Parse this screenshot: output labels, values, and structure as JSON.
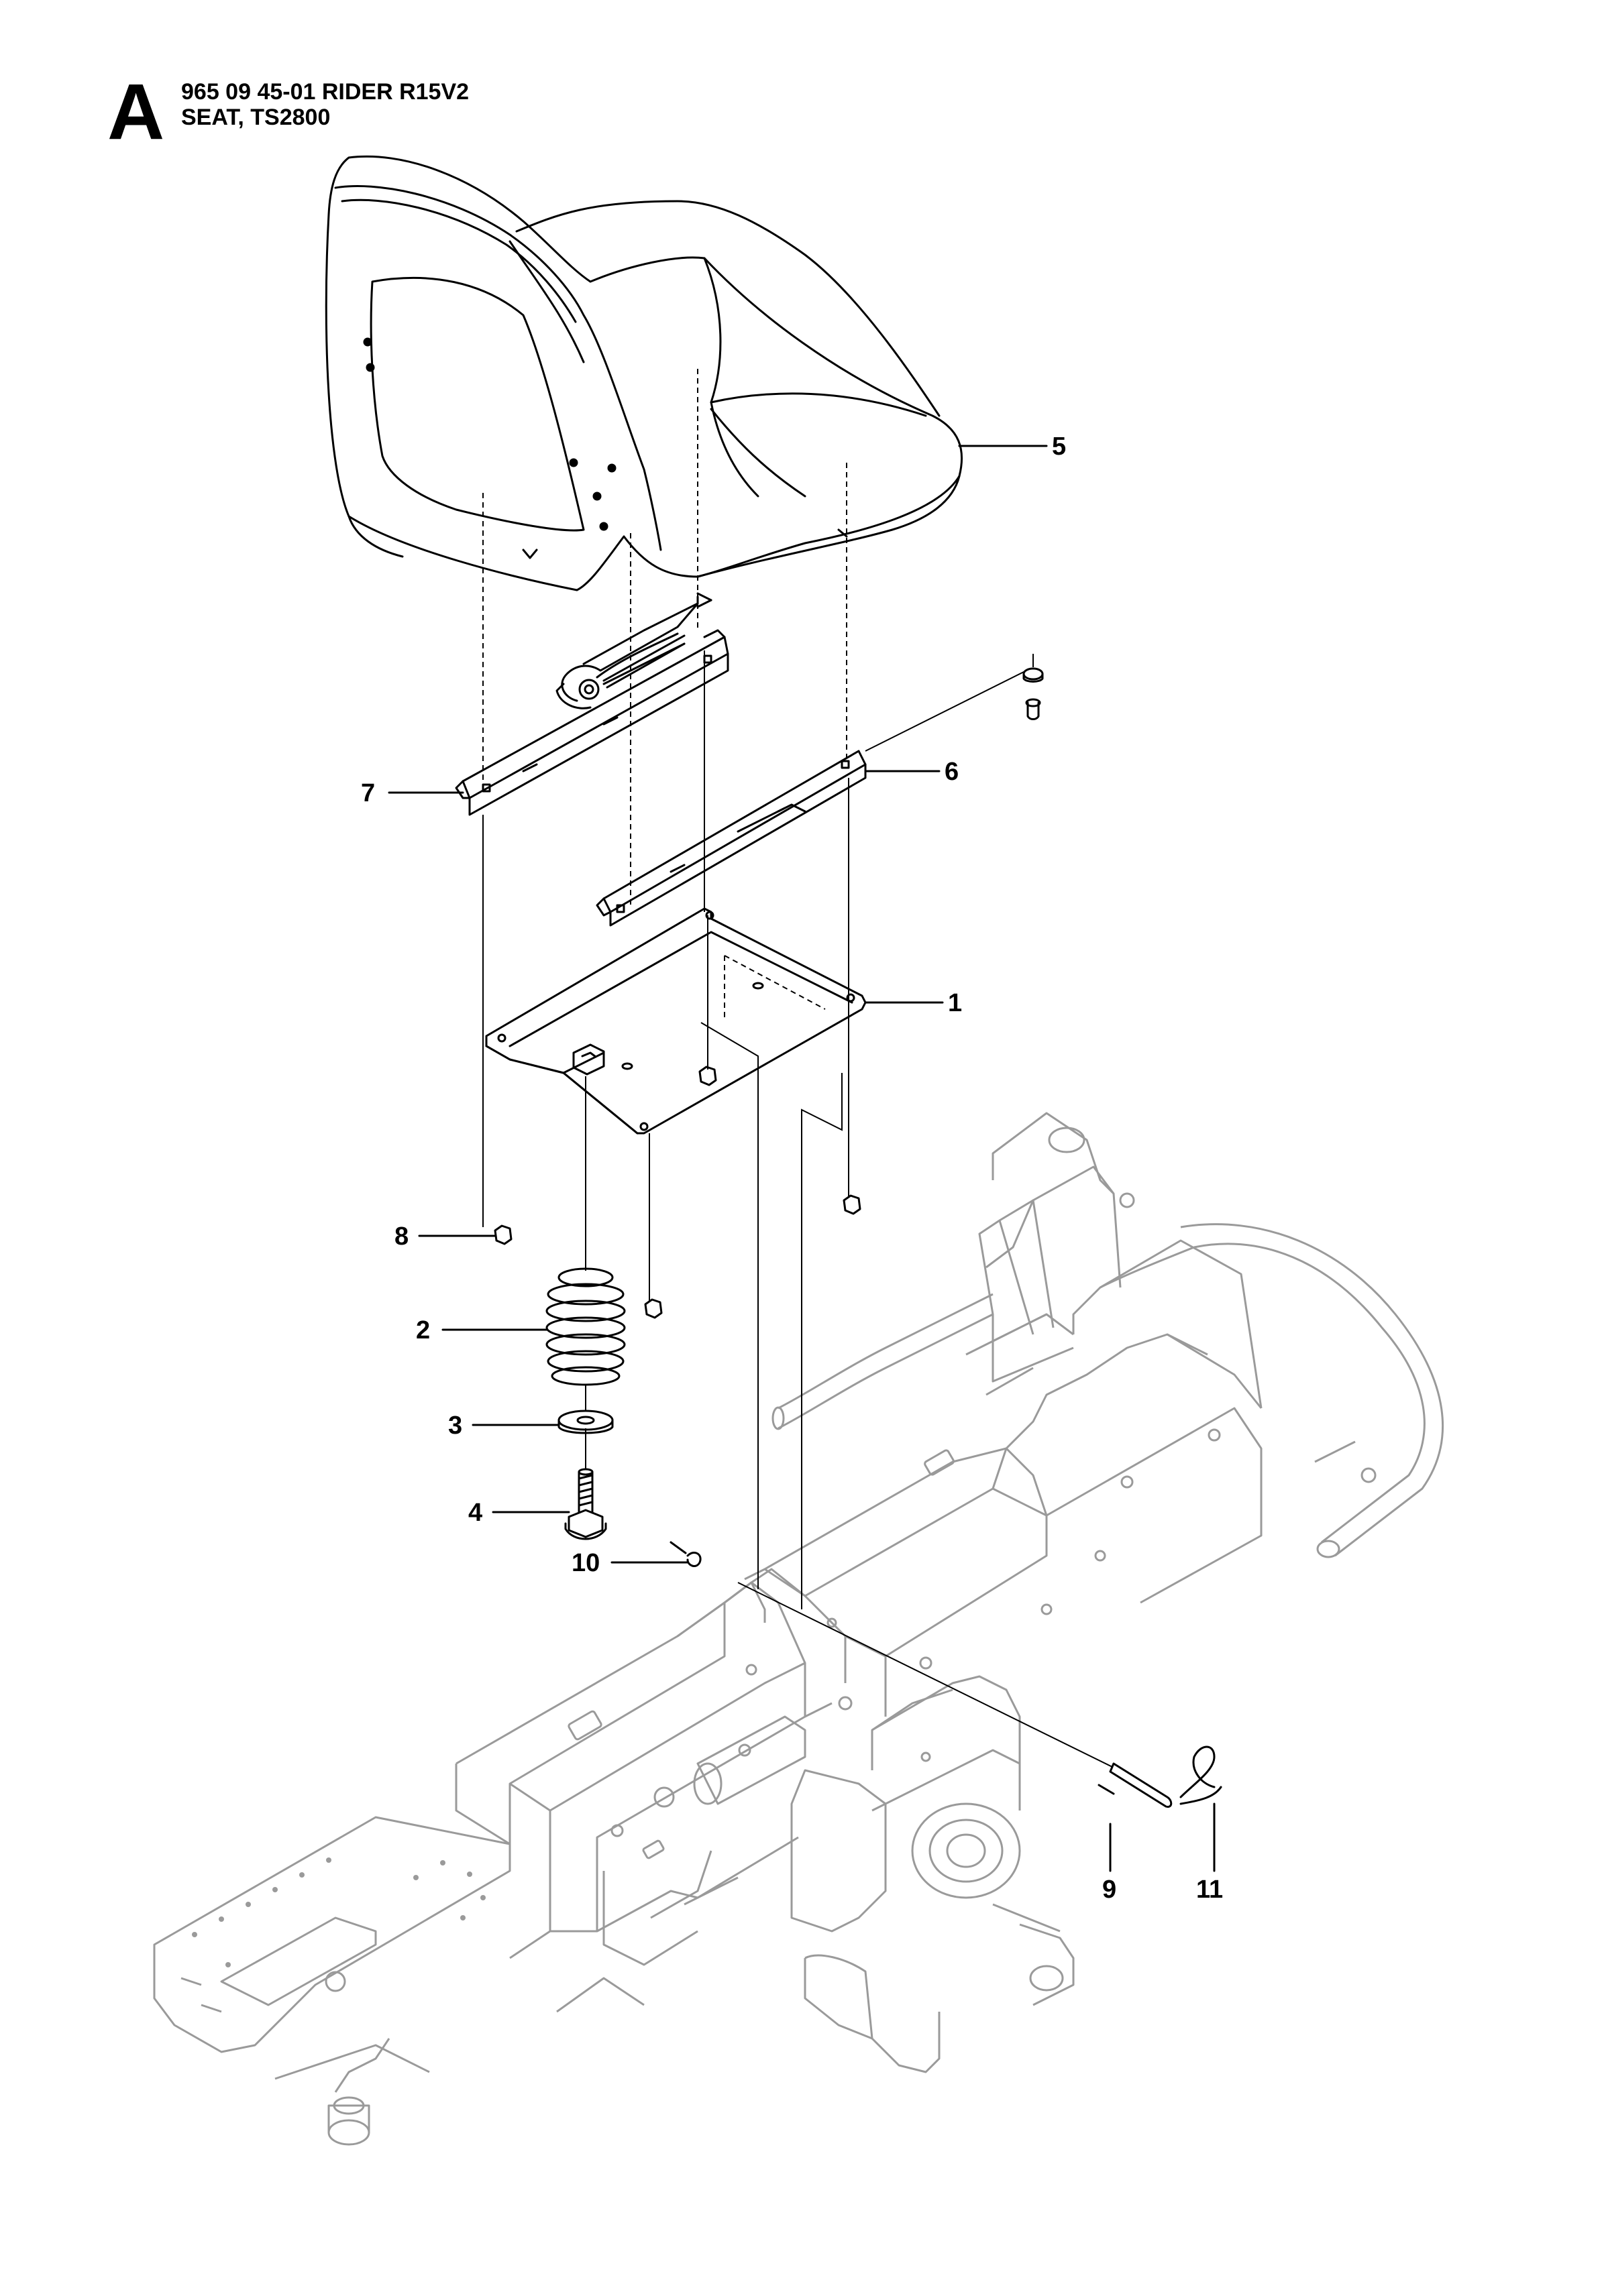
{
  "header": {
    "section_letter": "A",
    "title_line_1": "965 09 45-01 RIDER R15V2",
    "title_line_2": "SEAT, TS2800"
  },
  "callouts": [
    {
      "id": "seat",
      "label": "5"
    },
    {
      "id": "slide-rail-left",
      "label": "7"
    },
    {
      "id": "slide-rail-right",
      "label": "6"
    },
    {
      "id": "seat-plate",
      "label": "1"
    },
    {
      "id": "nut",
      "label": "8"
    },
    {
      "id": "spring",
      "label": "2"
    },
    {
      "id": "washer",
      "label": "3"
    },
    {
      "id": "bolt",
      "label": "4"
    },
    {
      "id": "clip",
      "label": "10"
    },
    {
      "id": "pivot-pin",
      "label": "9"
    },
    {
      "id": "hairpin",
      "label": "11"
    }
  ],
  "colors": {
    "ink": "#000000",
    "frame": "#9a9a9a"
  }
}
